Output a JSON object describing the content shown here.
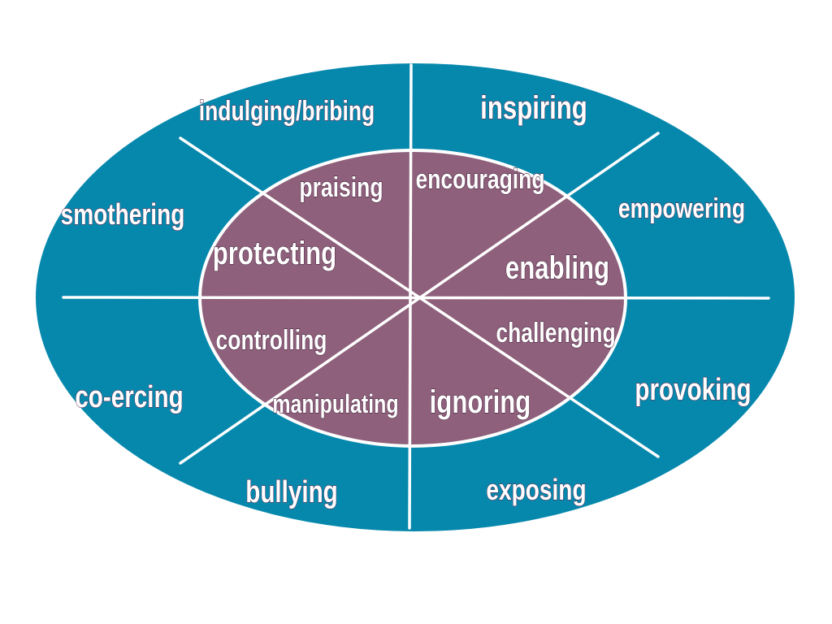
{
  "colors": {
    "outer_fill": "#0688ad",
    "inner_fill": "#8e607b",
    "lines": "#ffffff",
    "text": "#ffffff"
  },
  "outer_labels": {
    "indulging": "indulging/bribing",
    "inspiring": "inspiring",
    "smothering": "smothering",
    "empowering": "empowering",
    "coercing": "co-ercing",
    "provoking": "provoking",
    "bullying": "bullying",
    "exposing": "exposing"
  },
  "inner_labels": {
    "praising": "praising",
    "encouraging": "encouraging",
    "protecting": "protecting",
    "enabling": "enabling",
    "controlling": "controlling",
    "challenging": "challenging",
    "manipulating": "manipulating",
    "ignoring": "ignoring"
  }
}
